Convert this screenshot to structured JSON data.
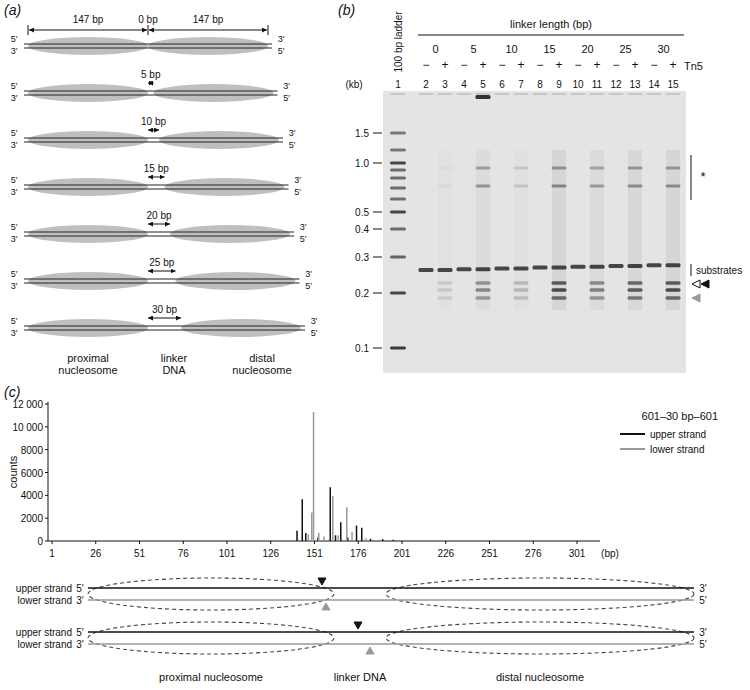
{
  "diagram": {
    "labels": [
      "(a)",
      "147 bp",
      "0 bp",
      "147 bp",
      "5′",
      "3′",
      "3′",
      "5′",
      "5′",
      "3′",
      "3′",
      "5′",
      "5′",
      "3′",
      "3′",
      "5′",
      "5′",
      "3′",
      "3′",
      "5′",
      "5′",
      "3′",
      "3′",
      "5′",
      "5′",
      "3′",
      "3′",
      "5′",
      "5′",
      "3′",
      "3′",
      "5′",
      "5 bp",
      "10 bp",
      "15 bp",
      "20 bp",
      "25 bp",
      "30 bp",
      "proximal nucleosome",
      "linker DNA",
      "distal nucleosome",
      "(b)",
      "100 bp ladder",
      "linker length (bp)",
      "0",
      "5",
      "10",
      "15",
      "20",
      "25",
      "30",
      "Tn5",
      "−",
      "+",
      "−",
      "+",
      "−",
      "+",
      "−",
      "+",
      "−",
      "+",
      "−",
      "+",
      "−",
      "+",
      "(kb)",
      "1.5",
      "1.0",
      "0.5",
      "0.4",
      "0.3",
      "0.2",
      "0.1",
      "1",
      "2",
      "3",
      "4",
      "5",
      "6",
      "7",
      "8",
      "9",
      "10",
      "11",
      "12",
      "13",
      "14",
      "15",
      "*",
      "substrates",
      "(c)",
      "counts",
      "12 000",
      "10 000",
      "8000",
      "6000",
      "4000",
      "2000",
      "0",
      "1",
      "26",
      "51",
      "76",
      "101",
      "126",
      "151",
      "176",
      "201",
      "226",
      "251",
      "276",
      "301",
      "(bp)",
      "601–30 bp–601",
      "upper strand",
      "lower strand",
      "5′",
      "3′",
      "3′",
      "5′",
      "upper strand",
      "lower strand",
      "5′",
      "3′",
      "3′",
      "5′",
      "proximal nucleosome",
      "linker DNA",
      "distal nucleosome"
    ],
    "legend": [
      {
        "text": "upper strand"
      },
      {
        "text": "lower strand"
      }
    ]
  }
}
